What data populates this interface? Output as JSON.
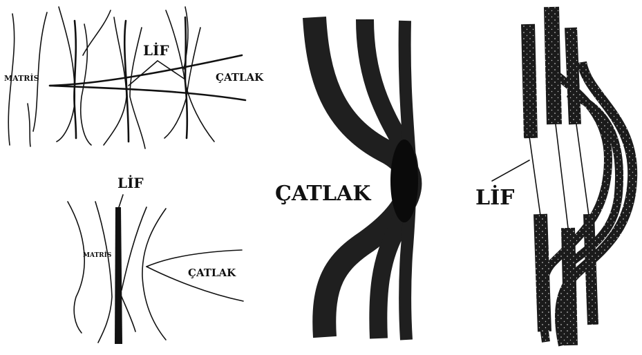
{
  "panel_a": {
    "matrix_label": "MATRİS",
    "fiber_label": "LİF",
    "crack_label": "ÇATLAK"
  },
  "panel_b": {
    "fiber_label": "LİF",
    "matrix_label": "MATRİS",
    "crack_label": "ÇATLAK"
  },
  "panel_c": {
    "crack_label": "ÇATLAK"
  },
  "panel_d": {
    "fiber_label": "LİF"
  },
  "colors": {
    "ink": "#111111",
    "band": "#1f1f1f",
    "background": "#ffffff"
  }
}
